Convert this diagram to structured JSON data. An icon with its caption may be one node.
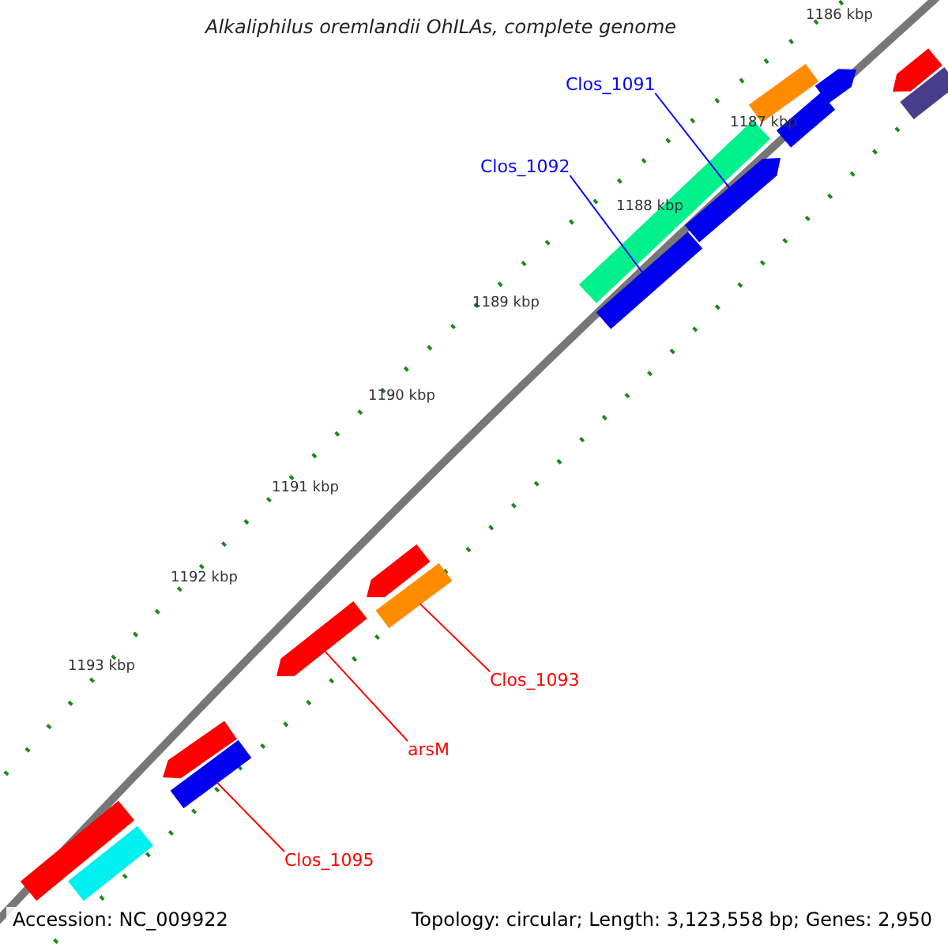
{
  "diagram": {
    "title": "Alkaliphilus oremlandii OhILAs, complete genome",
    "nodes": [
      {
        "text": [
          "Clos_1091"
        ]
      },
      {
        "text": [
          "Clos_1092"
        ]
      },
      {
        "text": [
          "Clos_1093"
        ]
      },
      {
        "text": [
          "arsM"
        ]
      },
      {
        "text": [
          "Clos_1095"
        ]
      },
      {
        "text": [],
        "shape": "arrow"
      },
      {
        "text": [],
        "shape": "bar"
      },
      {
        "text": [],
        "shape": "arrow"
      },
      {
        "text": [],
        "shape": "bar"
      },
      {
        "text": [],
        "shape": "bar"
      },
      {
        "text": [],
        "shape": "arrow"
      },
      {
        "text": [],
        "shape": "bar"
      },
      {
        "text": [],
        "shape": "bar"
      },
      {
        "text": [],
        "shape": "arrow"
      },
      {
        "text": [],
        "shape": "bar"
      },
      {
        "text": [],
        "shape": "arrow"
      },
      {
        "text": [],
        "shape": "arrow"
      },
      {
        "text": [],
        "shape": "bar"
      },
      {
        "text": [],
        "shape": "bar"
      },
      {
        "text": [],
        "shape": "bar"
      }
    ],
    "edges": [
      {
        "from": 0,
        "to": 10,
        "arrow": "none",
        "color": "#0000ff"
      },
      {
        "from": 1,
        "to": 12,
        "arrow": "none",
        "color": "#0000ff"
      },
      {
        "from": 2,
        "to": 14,
        "arrow": "none"
      },
      {
        "from": 3,
        "to": 15,
        "arrow": "none"
      },
      {
        "from": 4,
        "to": 17,
        "arrow": "none"
      }
    ],
    "labels": [
      "1186 kbp",
      "1187 kbp",
      "1188 kbp",
      "1189 kbp",
      "1190 kbp",
      "1191 kbp",
      "1192 kbp",
      "1193 kbp",
      "Accession: NC_009922",
      "Topology: circular; Length: 3,123,558 bp; Genes: 2,950"
    ]
  }
}
